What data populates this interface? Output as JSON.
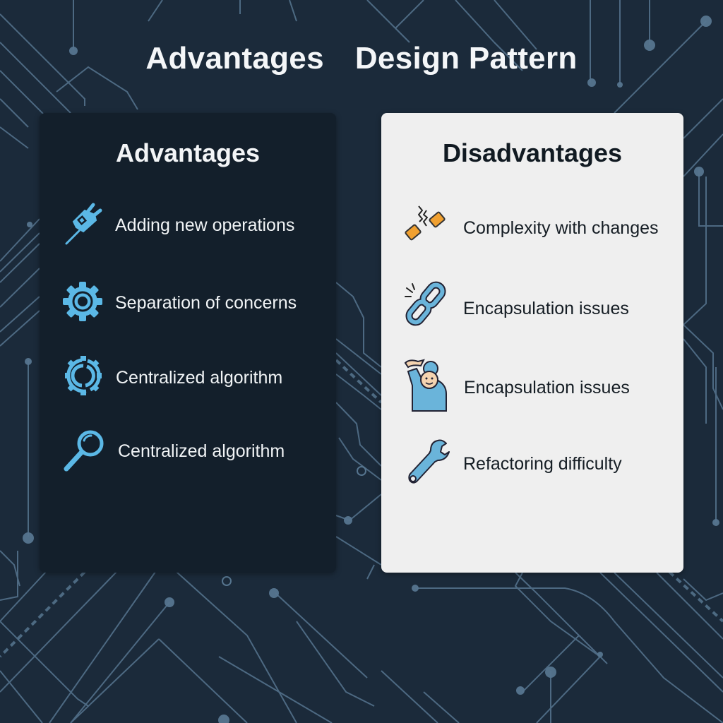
{
  "header": {
    "title_part1": "Advantages",
    "title_part2": "Design Pattern"
  },
  "advantages": {
    "title": "Advantages",
    "items": [
      {
        "icon": "plug-icon",
        "label": "Adding new operations"
      },
      {
        "icon": "gear-icon",
        "label": "Separation of concerns"
      },
      {
        "icon": "cycle-gear-icon",
        "label": "Centralized algorithm"
      },
      {
        "icon": "magnifier-icon",
        "label": "Centralized algorithm"
      }
    ]
  },
  "disadvantages": {
    "title": "Disadvantages",
    "items": [
      {
        "icon": "broken-connection-icon",
        "label": "Complexity with changes"
      },
      {
        "icon": "broken-chain-link-icon",
        "label": "Encapsulation issues"
      },
      {
        "icon": "person-raising-hand-icon",
        "label": "Encapsulation issues"
      },
      {
        "icon": "wrench-icon",
        "label": "Refactoring difficulty"
      }
    ]
  },
  "colors": {
    "background": "#1b2a3a",
    "circuit_lines": "#56758f",
    "advantages_panel": "#131f2b",
    "disadvantages_panel": "#efefef",
    "icon_blue": "#5bb8e6",
    "icon_orange": "#f0a030"
  }
}
